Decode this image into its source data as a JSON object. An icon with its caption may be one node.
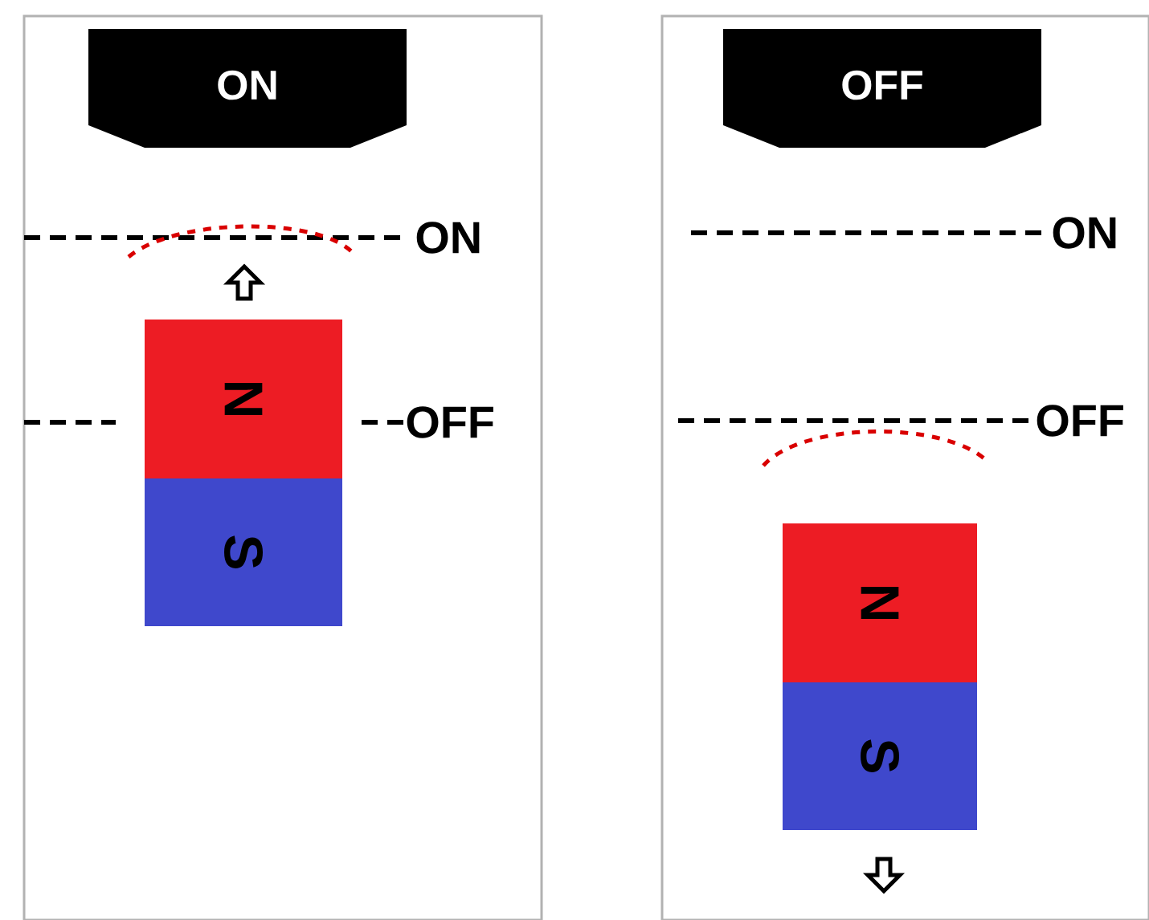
{
  "diagram": {
    "nodes": [
      {
        "text": [],
        "shape": "box"
      },
      {
        "text": [
          "ON"
        ],
        "in": 0
      },
      {
        "text": [
          "N"
        ],
        "in": 0
      },
      {
        "text": [
          "S"
        ],
        "in": 0
      },
      {
        "text": [],
        "shape": "box"
      },
      {
        "text": [
          "OFF"
        ],
        "in": 4
      },
      {
        "text": [
          "N"
        ],
        "in": 4
      },
      {
        "text": [
          "S"
        ],
        "in": 4
      }
    ],
    "edges": [],
    "labels": [
      "ON",
      "OFF",
      "ON",
      "OFF"
    ]
  }
}
